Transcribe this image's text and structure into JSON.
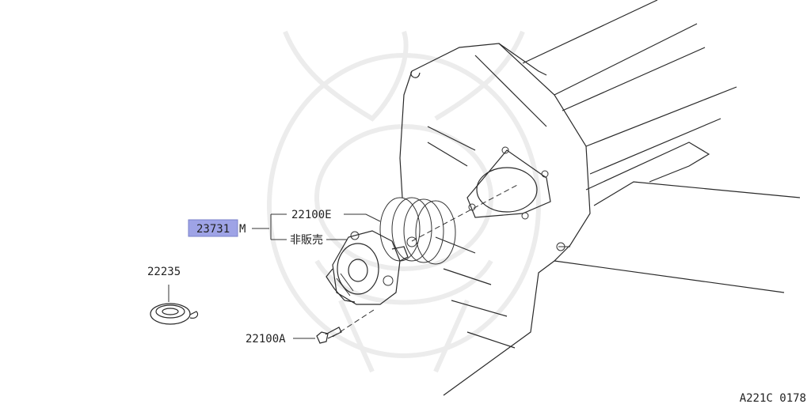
{
  "labels": {
    "main_part": "23731",
    "main_suffix": "M",
    "sub_part": "22100E",
    "not_sold": "非販売",
    "seal_part": "22235",
    "bolt_part": "22100A"
  },
  "footer_code": "A221C 0178",
  "colors": {
    "highlight": "#9ea3e6",
    "line": "#2a2a2a",
    "watermark": "#ececec"
  }
}
